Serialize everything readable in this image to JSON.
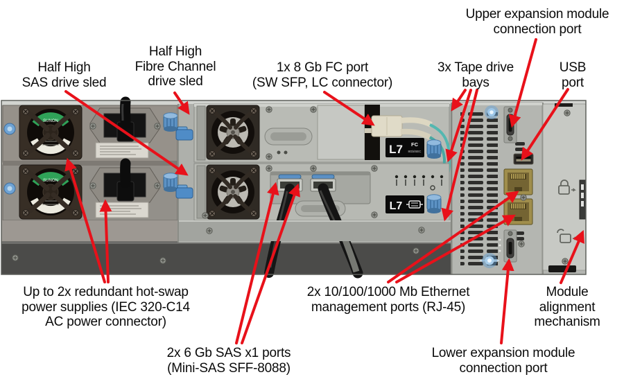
{
  "labels": {
    "sas_drive_sled": "Half High\nSAS drive sled",
    "fc_drive_sled": "Half High\nFibre Channel\ndrive sled",
    "fc_port": "1x 8 Gb FC port\n(SW SFP, LC connector)",
    "tape_drive_bays": "3x Tape drive\nbays",
    "usb_port": "USB\nport",
    "upper_expansion": "Upper expansion module\nconnection port",
    "power_supplies": "Up to 2x redundant hot-swap\npower supplies (IEC 320-C14\nAC power connector)",
    "sas_ports": "2x 6 Gb SAS x1 ports\n(Mini-SAS SFF-8088)",
    "ethernet_ports": "2x 10/100/1000 Mb Ethernet\nmanagement ports (RJ-45)",
    "module_alignment": "Module\nalignment\nmechanism",
    "lower_expansion": "Lower expansion module\nconnection port"
  },
  "hardware_text": {
    "fan_brand": "SUNON",
    "fc_drive_badge": "L7",
    "fc_drive_badge_type": "FC",
    "fc_drive_badge_speed": "8Gb/SEC",
    "sas_drive_badge": "L7"
  },
  "colors": {
    "arrow_red": "#e8111a",
    "label_text": "#0a0a0a",
    "chassis_gray": "#b3b5b1",
    "thumbscrew_blue": "#5d92c4",
    "rj45_gold": "#a08e4c",
    "fiber_cable_aqua": "#53b7b0"
  }
}
